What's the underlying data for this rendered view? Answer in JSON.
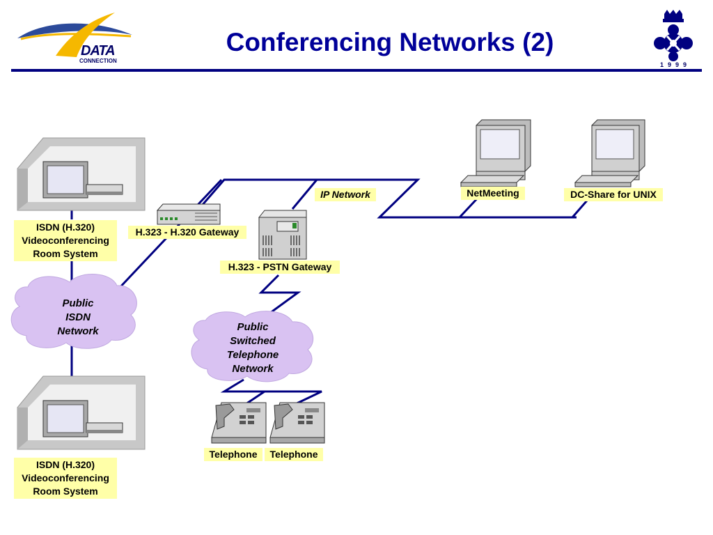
{
  "slide": {
    "title": "Conferencing Networks (2)",
    "colors": {
      "title": "#000099",
      "rule": "#000080",
      "line": "#000080",
      "label_bg": "#ffffa8",
      "cloud": "#d9c2f2"
    }
  },
  "logo_left": {
    "line1": "DATA",
    "line2": "CONNECTION",
    "icon": "data-connection-logo"
  },
  "logo_right": {
    "year": "1999",
    "icon": "crest-logo"
  },
  "labels": {
    "isdn_top": [
      "ISDN (H.320)",
      "Videoconferencing",
      "Room System"
    ],
    "isdn_bottom": [
      "ISDN (H.320)",
      "Videoconferencing",
      "Room System"
    ],
    "h320_gateway": "H.323 - H.320 Gateway",
    "pstn_gateway": "H.323 - PSTN Gateway",
    "ip_network": "IP Network",
    "netmeeting": "NetMeeting",
    "dc_share": "DC-Share for UNIX",
    "telephone_1": "Telephone",
    "telephone_2": "Telephone"
  },
  "clouds": {
    "isdn": [
      "Public",
      "ISDN",
      "Network"
    ],
    "pstn": [
      "Public",
      "Switched",
      "Telephone",
      "Network"
    ]
  }
}
